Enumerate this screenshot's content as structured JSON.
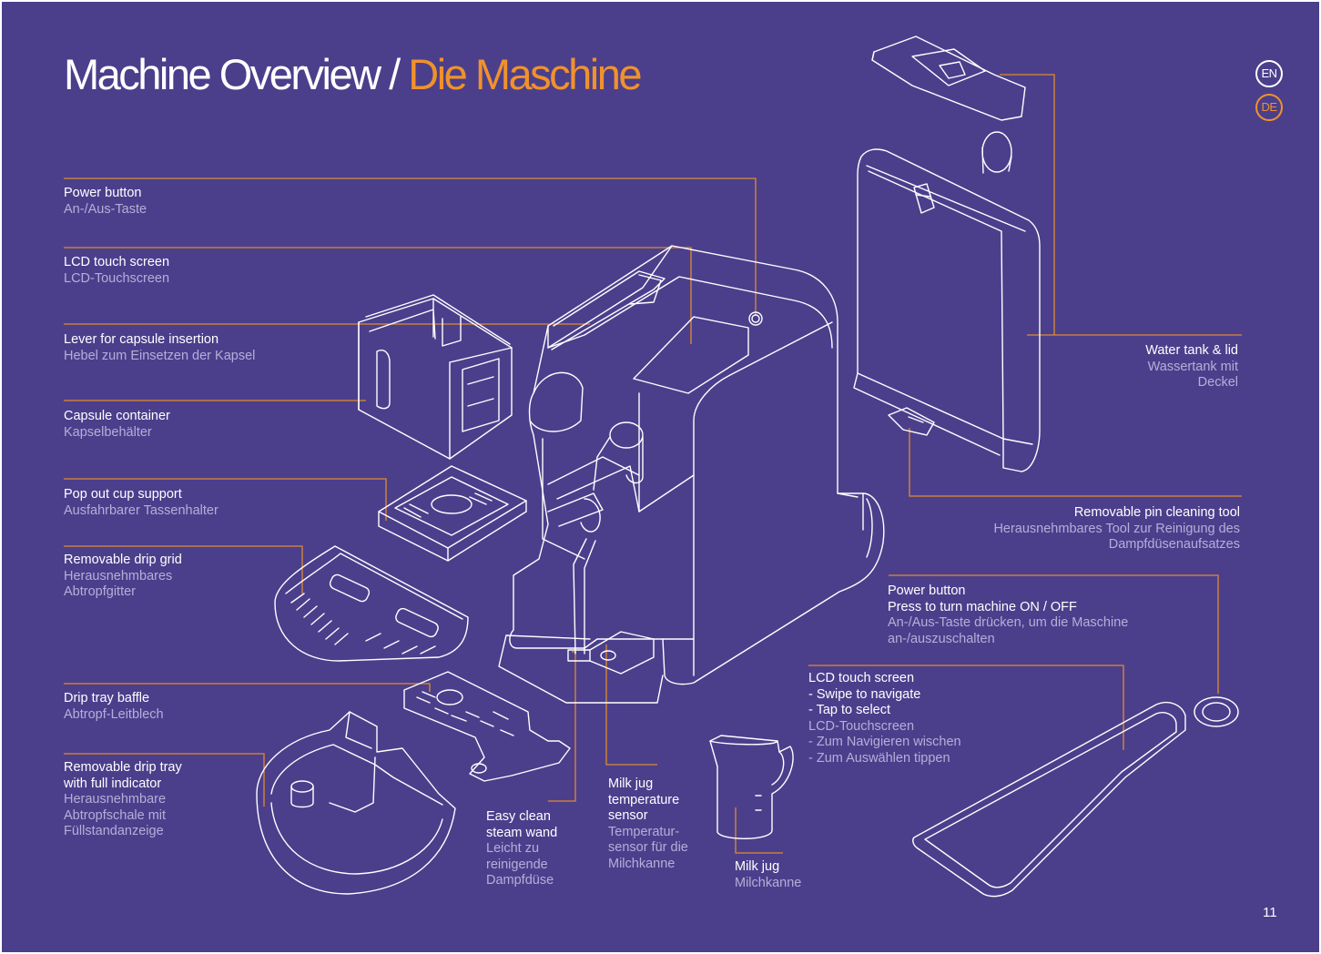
{
  "header": {
    "title_en": "Machine Overview /",
    "title_de": "Die Maschine"
  },
  "language_switch": {
    "en": "EN",
    "de": "DE"
  },
  "labels": {
    "power_button": {
      "en": "Power button",
      "de": "An-/Aus-Taste"
    },
    "lcd_touch_screen": {
      "en": "LCD touch screen",
      "de": "LCD-Touchscreen"
    },
    "lever": {
      "en": "Lever for capsule insertion",
      "de": "Hebel zum Einsetzen der Kapsel"
    },
    "capsule_container": {
      "en": "Capsule container",
      "de": "Kapselbehälter"
    },
    "cup_support": {
      "en": "Pop out cup support",
      "de": "Ausfahrbarer Tassenhalter"
    },
    "drip_grid": {
      "en": "Removable drip grid",
      "de_1": "Herausnehmbares",
      "de_2": "Abtropfgitter"
    },
    "drip_baffle": {
      "en": "Drip tray baffle",
      "de": "Abtropf-Leitblech"
    },
    "drip_tray": {
      "en_1": "Removable drip tray",
      "en_2": "with full indicator",
      "de_1": "Herausnehmbare",
      "de_2": "Abtropfschale mit",
      "de_3": "Füllstandanzeige"
    },
    "steam_wand": {
      "en_1": "Easy clean",
      "en_2": "steam wand",
      "de_1": "Leicht zu",
      "de_2": "reinigende",
      "de_3": "Dampfdüse"
    },
    "temp_sensor": {
      "en_1": "Milk jug",
      "en_2": "temperature",
      "en_3": "sensor",
      "de_1": "Temperatur-",
      "de_2": "sensor für die",
      "de_3": "Milchkanne"
    },
    "milk_jug": {
      "en": "Milk jug",
      "de": "Milchkanne"
    },
    "water_tank": {
      "en": "Water tank & lid",
      "de_1": "Wassertank mit",
      "de_2": "Deckel"
    },
    "pin_tool": {
      "en": "Removable pin cleaning tool",
      "de_1": "Herausnehmbares Tool zur Reinigung des",
      "de_2": "Dampfdüsenaufsatzes"
    },
    "power_detail": {
      "en_1": "Power button",
      "en_2": "Press to turn machine ON / OFF",
      "de_1": "An-/Aus-Taste drücken, um die Maschine",
      "de_2": "an-/auszuschalten"
    },
    "lcd_detail": {
      "en_1": "LCD touch screen",
      "en_2": "- Swipe to navigate",
      "en_3": "- Tap to select",
      "de_1": "LCD-Touchscreen",
      "de_2": "- Zum Navigieren wischen",
      "de_3": "- Zum Auswählen tippen"
    }
  },
  "page_number": "11",
  "colors": {
    "background": "#4b3f8c",
    "accent": "#f0922b",
    "line_art": "#ffffff",
    "secondary_text": "#b6aed8"
  }
}
